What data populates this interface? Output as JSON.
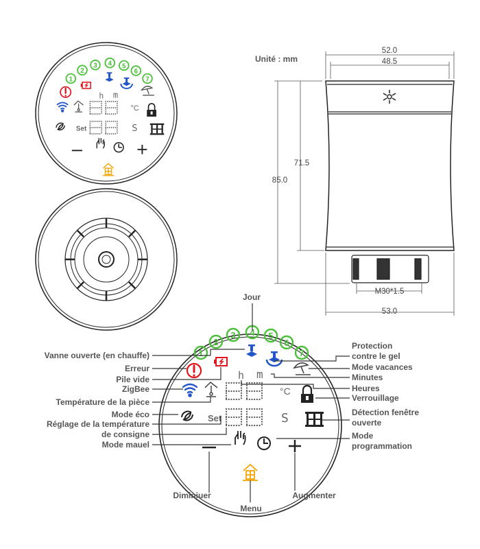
{
  "unit_label": "Unité : mm",
  "dimensions": {
    "top_width": "52.0",
    "inner_width": "48.5",
    "total_height": "85.0",
    "body_height": "71.5",
    "thread": "M30*1.5",
    "base_width": "53.0"
  },
  "display": {
    "day_numbers": [
      "1",
      "2",
      "3",
      "4",
      "5",
      "6",
      "7"
    ],
    "set_text": "Set",
    "hours_glyph": "h",
    "minutes_glyph": "m",
    "celsius": "°C",
    "seconds_glyph": "S"
  },
  "labels": {
    "jour": "Jour",
    "left": [
      "Vanne ouverte (en chauffe)",
      "Erreur",
      "Pile vide",
      "ZigBee",
      "Température de la pièce",
      "Mode éco",
      "Réglage de la température",
      "de consigne",
      "Mode mauel"
    ],
    "right": [
      "Protection",
      "contre le gel",
      "Mode vacances",
      "Minutes",
      "Heures",
      "Verrouillage",
      "Détection fenêtre",
      "ouverte",
      "Mode",
      "programmation"
    ],
    "bottom": [
      "Diminiuer",
      "Menu",
      "Augmenter"
    ]
  },
  "colors": {
    "day_green": "#4cc03a",
    "error_red": "#e0141c",
    "zigbee_blue": "#2255c8",
    "menu_orange": "#f5a300"
  }
}
